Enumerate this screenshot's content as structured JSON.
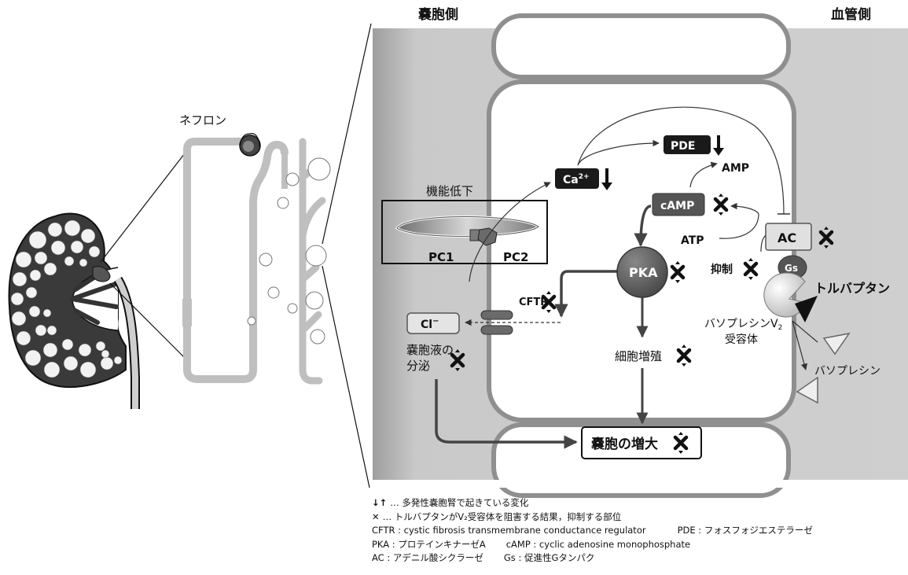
{
  "labels": {
    "cyst_side": "嚢胞側",
    "blood_side": "血管側",
    "nephron": "ネフロン",
    "reduced_function": "機能低下",
    "pc1": "PC1",
    "pc2": "PC2",
    "ca": "Ca",
    "ca_sup": "2+",
    "pde": "PDE",
    "amp": "AMP",
    "camp": "cAMP",
    "atp": "ATP",
    "ac": "AC",
    "gs": "Gs",
    "pka": "PKA",
    "inhibition": "抑制",
    "tolvaptan": "トルバプタン",
    "receptor_line1": "バソプレシンV",
    "receptor_sub": "2",
    "receptor_line2": "受容体",
    "vasopressin": "バソプレシン",
    "cftr": "CFTR",
    "cl": "Cl",
    "cl_sup": "−",
    "secretion_line1": "嚢胞液の",
    "secretion_line2": "分泌",
    "proliferation": "細胞増殖",
    "enlargement": "嚢胞の増大"
  },
  "legend": {
    "change_symbol": "↓↑",
    "change_text": "… 多発性嚢胞腎で起きている変化",
    "block_symbol": "✕",
    "block_text": "… トルバプタンがV₂受容体を阻害する結果，抑制する部位",
    "abbr_cftr": "CFTR : cystic fibrosis transmembrane conductance regulator",
    "abbr_pde": "PDE : フォスフォジエステラーゼ",
    "abbr_pka": "PKA : プロテインキナーゼA",
    "abbr_camp": "cAMP : cyclic adenosine monophosphate",
    "abbr_ac": "AC : アデニル酸シクラーゼ",
    "abbr_gs": "Gs : 促進性Gタンパク"
  },
  "colors": {
    "background_gray": "#bdbdbd",
    "cell_fill": "#ffffff",
    "membrane_gray": "#8f8f8f",
    "pka_fill": "#5a5a5a",
    "dark_box": "#1a1a1a"
  }
}
